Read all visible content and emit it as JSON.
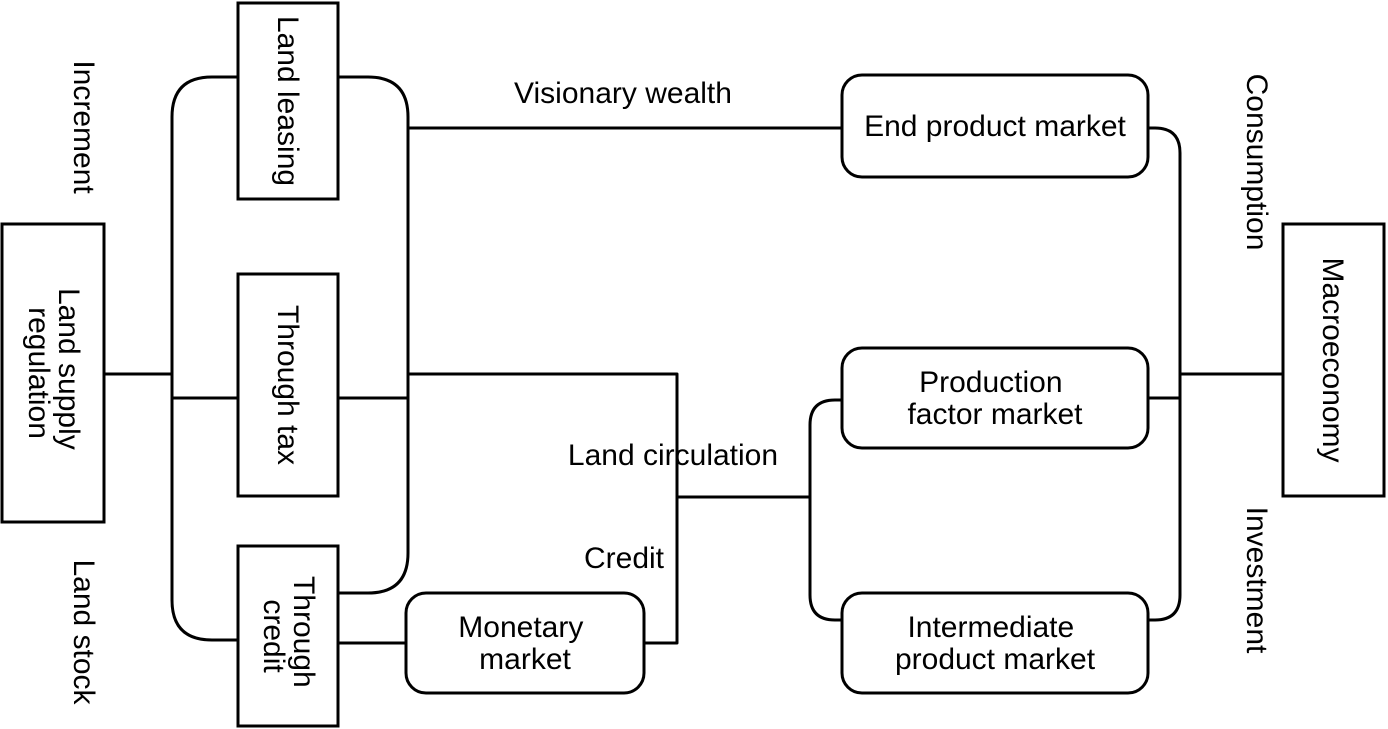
{
  "boxes": {
    "land_supply_regulation": [
      "Land supply",
      "regulation"
    ],
    "land_leasing": "Land leasing",
    "through_tax": "Through tax",
    "through_credit": [
      "Through",
      "credit"
    ],
    "monetary_market": [
      "Monetary",
      "market"
    ],
    "end_product_market": "End product market",
    "production_factor_market": [
      "Production",
      "factor market"
    ],
    "intermediate_product_market": [
      "Intermediate",
      "product market"
    ],
    "macroeconomy": "Macroeconomy"
  },
  "labels": {
    "increment": "Increment",
    "land_stock": "Land stock",
    "visionary_wealth": "Visionary wealth",
    "land_circulation": "Land circulation",
    "credit": "Credit",
    "consumption": "Consumption",
    "investment": "Investment"
  }
}
